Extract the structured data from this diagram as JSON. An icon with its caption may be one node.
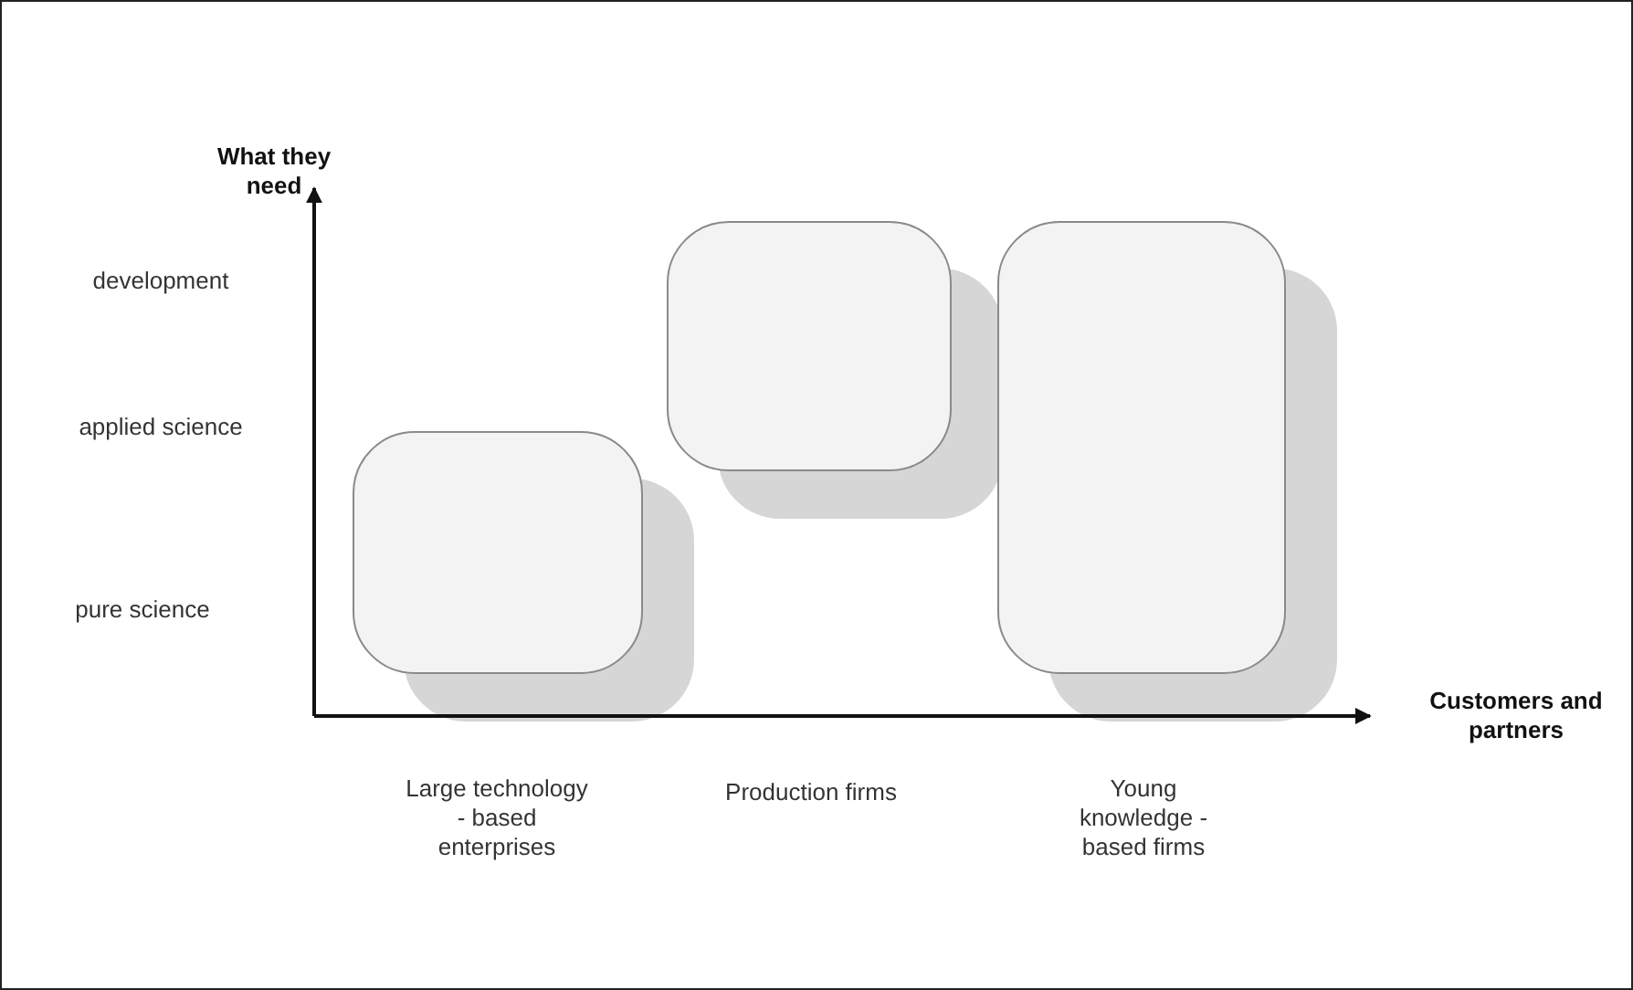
{
  "diagram": {
    "nodes": [
      {
        "text": [],
        "shape": "box"
      },
      {
        "text": [],
        "shape": "box"
      },
      {
        "text": [],
        "shape": "box"
      }
    ],
    "labels": [
      "What they need",
      "development",
      "applied science",
      "pure science",
      "Customers and partners",
      "Large technology - based enterprises",
      "Production firms",
      "Young knowledge - based firms"
    ]
  }
}
